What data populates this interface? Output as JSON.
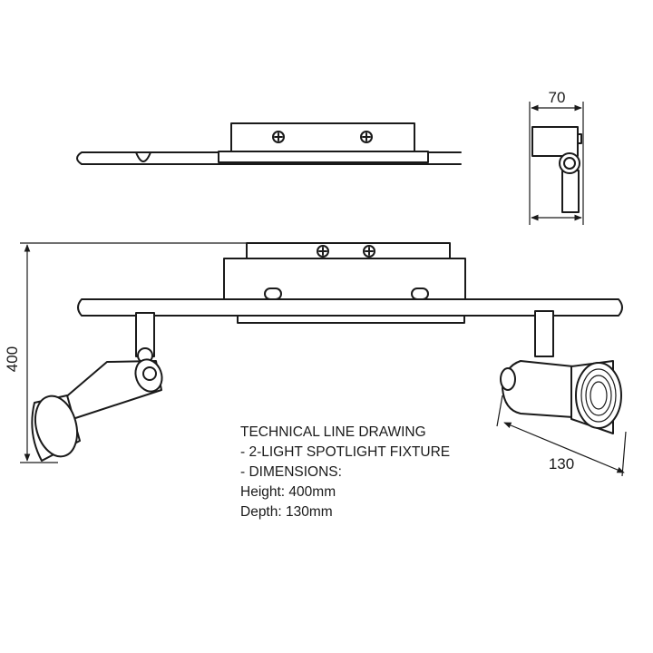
{
  "dimensions": {
    "depth_top": "70",
    "height": "400",
    "depth_side": "130"
  },
  "notes": [
    "TECHNICAL LINE DRAWING",
    "- 2-LIGHT SPOTLIGHT FIXTURE",
    "- DIMENSIONS:",
    "Height: 400mm",
    "Depth: 130mm"
  ]
}
